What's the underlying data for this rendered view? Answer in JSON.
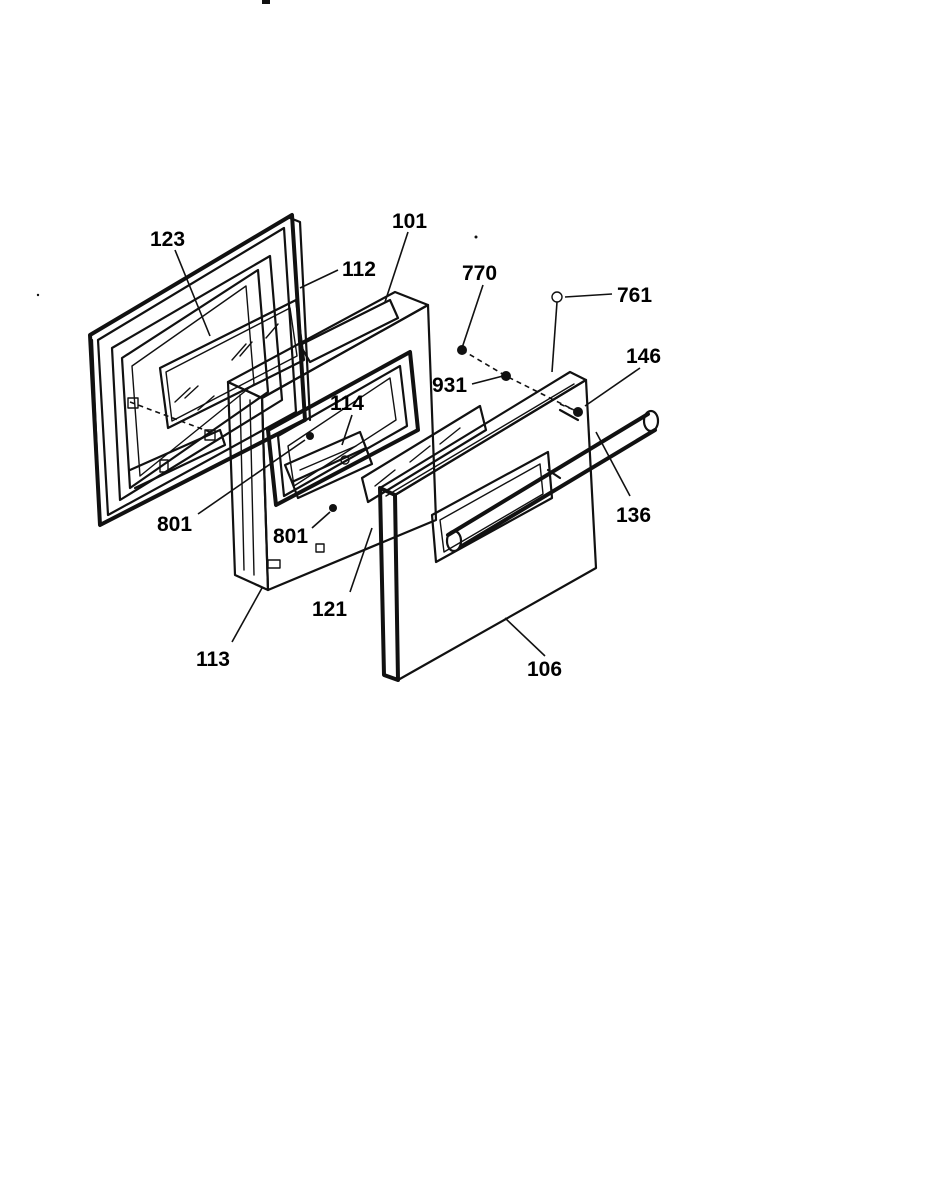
{
  "callouts": {
    "c123": "123",
    "c112": "112",
    "c101": "101",
    "c770": "770",
    "c761": "761",
    "c146": "146",
    "c931": "931",
    "c114": "114",
    "c801a": "801",
    "c801b": "801",
    "c136": "136",
    "c121": "121",
    "c113": "113",
    "c106": "106"
  },
  "colors": {
    "ink": "#111111",
    "paper": "#ffffff"
  }
}
